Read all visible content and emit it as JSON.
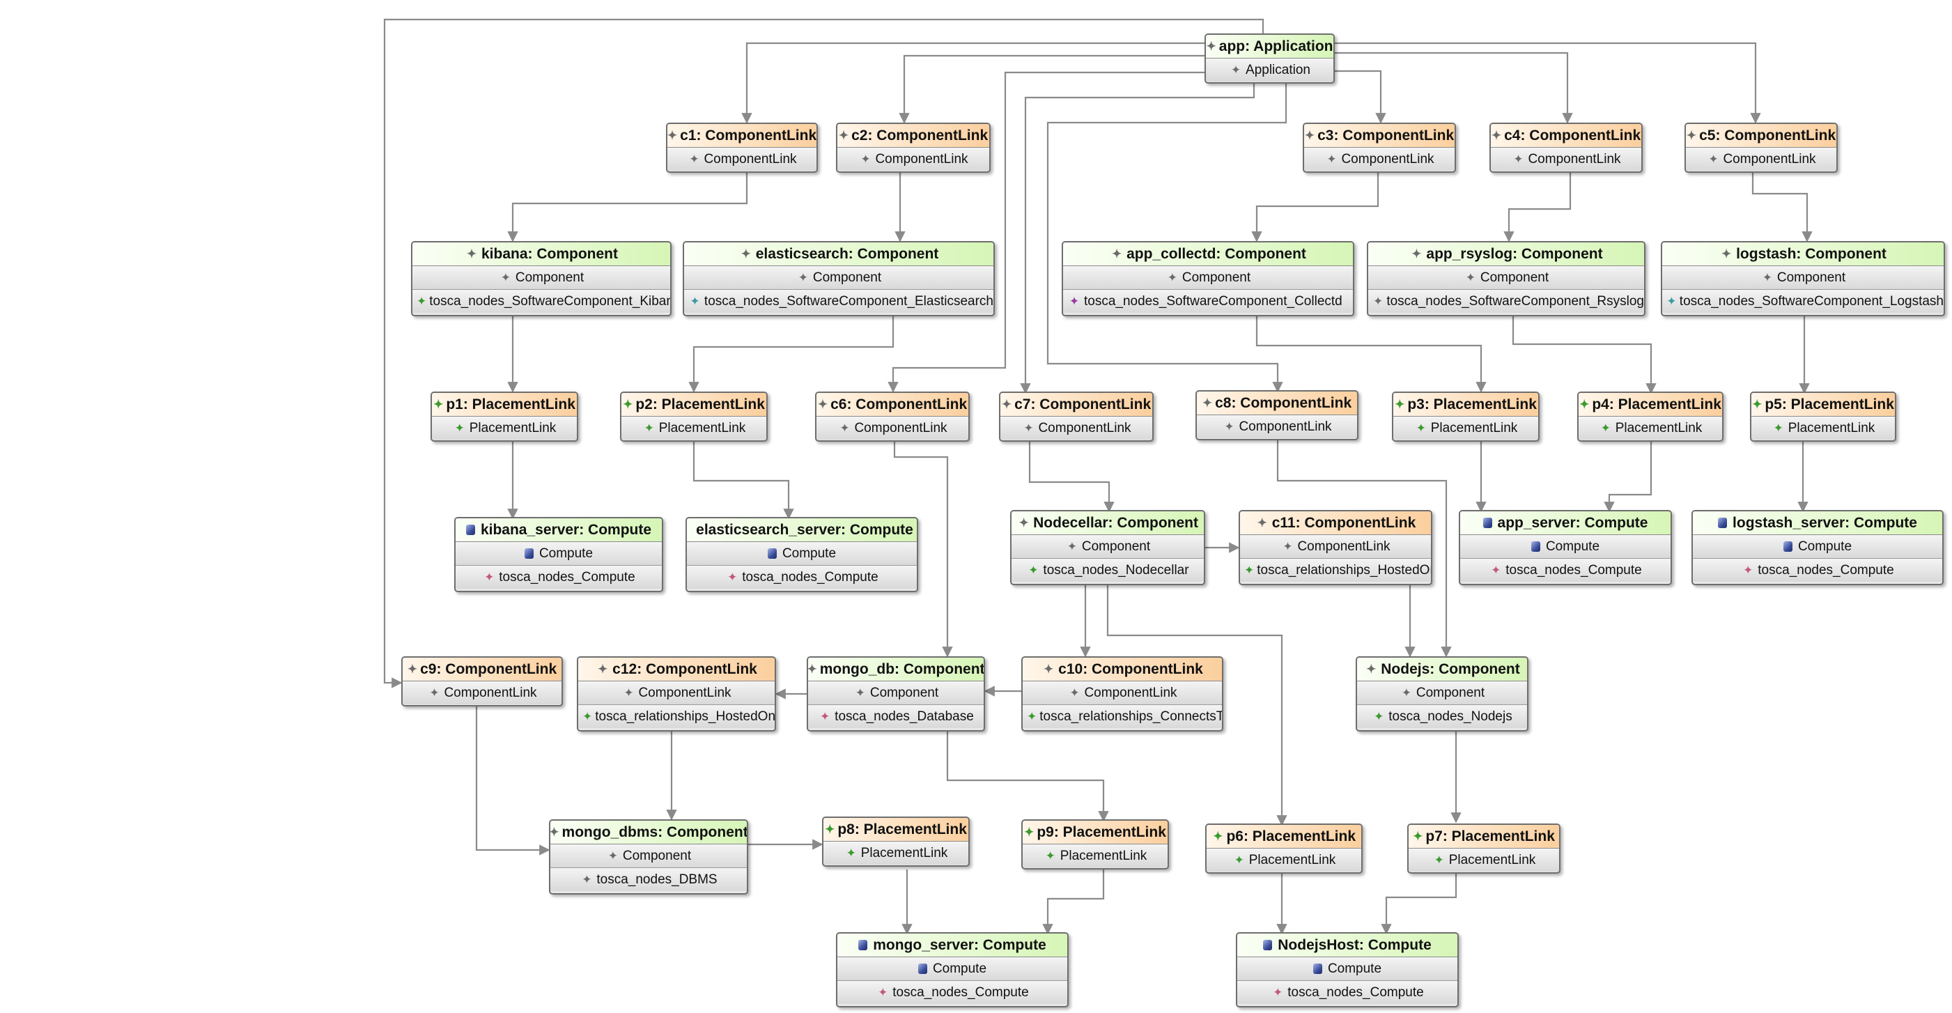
{
  "colors": {
    "component_header": "#d6f5b6",
    "link_header": "#fbcf9e",
    "body": "#e0e0e0",
    "connector": "#8a8a8a",
    "border": "#6e6e6e"
  },
  "nodes": {
    "app": {
      "title": "app: Application",
      "rows": [
        "Application"
      ]
    },
    "c1": {
      "title": "c1: ComponentLink",
      "rows": [
        "ComponentLink"
      ]
    },
    "c2": {
      "title": "c2: ComponentLink",
      "rows": [
        "ComponentLink"
      ]
    },
    "c3": {
      "title": "c3: ComponentLink",
      "rows": [
        "ComponentLink"
      ]
    },
    "c4": {
      "title": "c4: ComponentLink",
      "rows": [
        "ComponentLink"
      ]
    },
    "c5": {
      "title": "c5: ComponentLink",
      "rows": [
        "ComponentLink"
      ]
    },
    "kibana": {
      "title": "kibana: Component",
      "rows": [
        "Component",
        "tosca_nodes_SoftwareComponent_Kibana"
      ]
    },
    "elasticsearch": {
      "title": "elasticsearch: Component",
      "rows": [
        "Component",
        "tosca_nodes_SoftwareComponent_Elasticsearch"
      ]
    },
    "app_collectd": {
      "title": "app_collectd: Component",
      "rows": [
        "Component",
        "tosca_nodes_SoftwareComponent_Collectd"
      ]
    },
    "app_rsyslog": {
      "title": "app_rsyslog: Component",
      "rows": [
        "Component",
        "tosca_nodes_SoftwareComponent_Rsyslog"
      ]
    },
    "logstash": {
      "title": "logstash: Component",
      "rows": [
        "Component",
        "tosca_nodes_SoftwareComponent_Logstash"
      ]
    },
    "p1": {
      "title": "p1: PlacementLink",
      "rows": [
        "PlacementLink"
      ]
    },
    "p2": {
      "title": "p2: PlacementLink",
      "rows": [
        "PlacementLink"
      ]
    },
    "c6": {
      "title": "c6: ComponentLink",
      "rows": [
        "ComponentLink"
      ]
    },
    "c7": {
      "title": "c7: ComponentLink",
      "rows": [
        "ComponentLink"
      ]
    },
    "c8": {
      "title": "c8: ComponentLink",
      "rows": [
        "ComponentLink"
      ]
    },
    "p3": {
      "title": "p3: PlacementLink",
      "rows": [
        "PlacementLink"
      ]
    },
    "p4": {
      "title": "p4: PlacementLink",
      "rows": [
        "PlacementLink"
      ]
    },
    "p5": {
      "title": "p5: PlacementLink",
      "rows": [
        "PlacementLink"
      ]
    },
    "kibana_server": {
      "title": "kibana_server: Compute",
      "rows": [
        "Compute",
        "tosca_nodes_Compute"
      ]
    },
    "elasticsearch_server": {
      "title": "elasticsearch_server: Compute",
      "rows": [
        "Compute",
        "tosca_nodes_Compute"
      ]
    },
    "nodecellar": {
      "title": "Nodecellar: Component",
      "rows": [
        "Component",
        "tosca_nodes_Nodecellar"
      ]
    },
    "c11": {
      "title": "c11: ComponentLink",
      "rows": [
        "ComponentLink",
        "tosca_relationships_HostedOn"
      ]
    },
    "app_server": {
      "title": "app_server: Compute",
      "rows": [
        "Compute",
        "tosca_nodes_Compute"
      ]
    },
    "logstash_server": {
      "title": "logstash_server: Compute",
      "rows": [
        "Compute",
        "tosca_nodes_Compute"
      ]
    },
    "c9": {
      "title": "c9: ComponentLink",
      "rows": [
        "ComponentLink"
      ]
    },
    "c12": {
      "title": "c12: ComponentLink",
      "rows": [
        "ComponentLink",
        "tosca_relationships_HostedOn"
      ]
    },
    "mongo_db": {
      "title": "mongo_db: Component",
      "rows": [
        "Component",
        "tosca_nodes_Database"
      ]
    },
    "c10": {
      "title": "c10: ComponentLink",
      "rows": [
        "ComponentLink",
        "tosca_relationships_ConnectsTo"
      ]
    },
    "nodejs": {
      "title": "Nodejs: Component",
      "rows": [
        "Component",
        "tosca_nodes_Nodejs"
      ]
    },
    "mongo_dbms": {
      "title": "mongo_dbms: Component",
      "rows": [
        "Component",
        "tosca_nodes_DBMS"
      ]
    },
    "p8": {
      "title": "p8: PlacementLink",
      "rows": [
        "PlacementLink"
      ]
    },
    "p9": {
      "title": "p9: PlacementLink",
      "rows": [
        "PlacementLink"
      ]
    },
    "p6": {
      "title": "p6: PlacementLink",
      "rows": [
        "PlacementLink"
      ]
    },
    "p7": {
      "title": "p7: PlacementLink",
      "rows": [
        "PlacementLink"
      ]
    },
    "mongo_server": {
      "title": "mongo_server: Compute",
      "rows": [
        "Compute",
        "tosca_nodes_Compute"
      ]
    },
    "nodejs_host": {
      "title": "NodejsHost: Compute",
      "rows": [
        "Compute",
        "tosca_nodes_Compute"
      ]
    }
  }
}
